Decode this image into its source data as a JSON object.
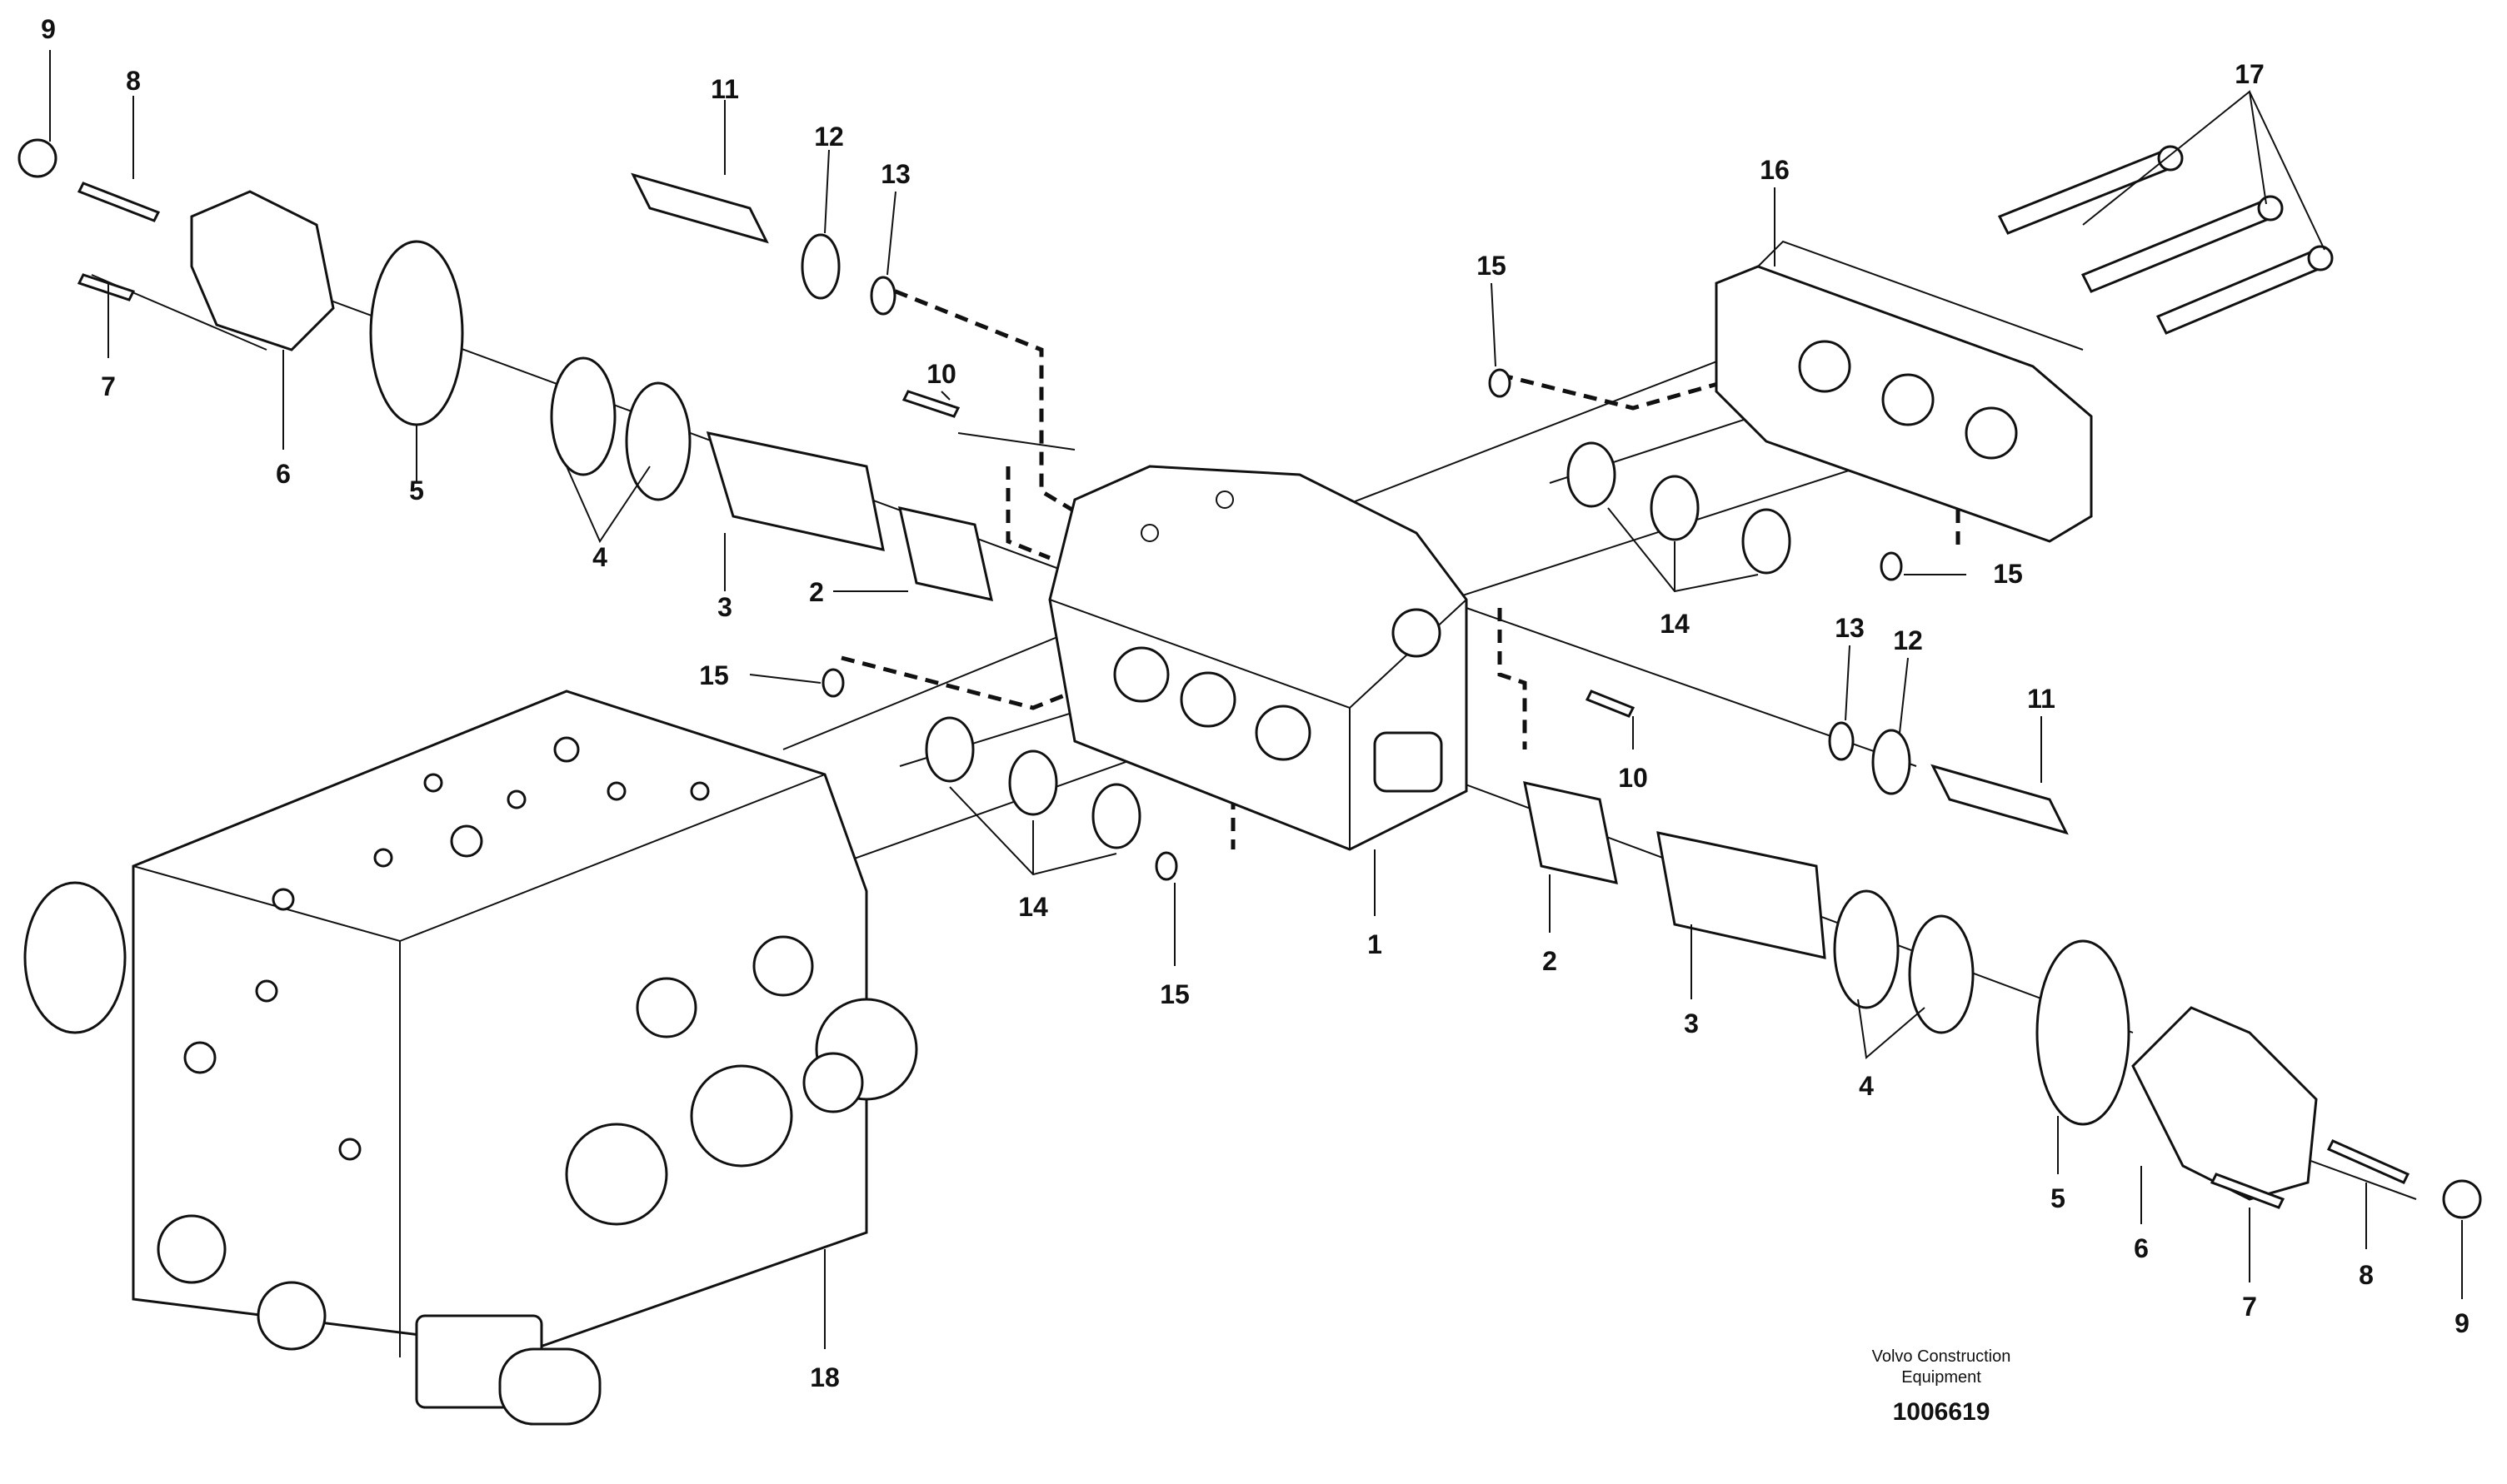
{
  "callouts": {
    "c1": "1",
    "c2a": "2",
    "c2b": "2",
    "c3a": "3",
    "c3b": "3",
    "c4a": "4",
    "c4b": "4",
    "c5a": "5",
    "c5b": "5",
    "c6a": "6",
    "c6b": "6",
    "c7a": "7",
    "c7b": "7",
    "c8a": "8",
    "c8b": "8",
    "c9a": "9",
    "c9b": "9",
    "c10a": "10",
    "c10b": "10",
    "c11a": "11",
    "c11b": "11",
    "c12a": "12",
    "c12b": "12",
    "c13a": "13",
    "c13b": "13",
    "c14a": "14",
    "c14b": "14",
    "c15a": "15",
    "c15b": "15",
    "c15c": "15",
    "c15d": "15",
    "c16": "16",
    "c17": "17",
    "c18": "18"
  },
  "caption": {
    "line1": "Volvo Construction",
    "line2": "Equipment",
    "drawing_number": "1006619"
  }
}
